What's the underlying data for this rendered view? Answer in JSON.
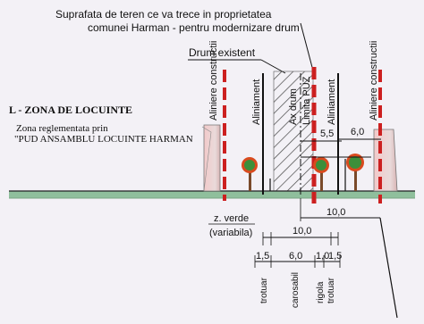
{
  "header": {
    "line1": "Suprafata de teren  ce  va trece in proprietatea",
    "line2": "comunei Harman - pentru modernizare  drum"
  },
  "labels": {
    "drum_existent": "Drum existent",
    "zona_title": "L - ZONA DE LOCUINTE",
    "zona_sub1": "Zona reglementata prin",
    "zona_sub2": "\"PUD ANSAMBLU LOCUINTE HARMAN",
    "aliniere_left": "Aliniere constructii",
    "aliniere_right": "Aliniere constructii",
    "aliniament_left": "Aliniament",
    "aliniament_right": "Aliniament",
    "ax_drum": "Ax drum",
    "limita_puz": "Limita PUZ",
    "z_verde_1": "z. verde",
    "z_verde_2": "(variabila)"
  },
  "dimensions": {
    "d_5_5": "5,5",
    "d_6_0_top": "6,0",
    "d_10_right": "10,0",
    "d_10_mid": "10,0",
    "d_1_5_left": "1,5",
    "d_6_0_bottom": "6,0",
    "d_1_0": "1,0",
    "d_1_5_right": "1,5"
  },
  "bottom_labels": {
    "trotuar_left": "trotuar",
    "carosabil": "carosabil",
    "rigola": "rigola",
    "trotuar_right": "trotuar"
  },
  "colors": {
    "red_line": "#cc2020",
    "ground": "#8fbf9c",
    "tree": "#d94a1e",
    "hatch": "#3a3a3a"
  }
}
